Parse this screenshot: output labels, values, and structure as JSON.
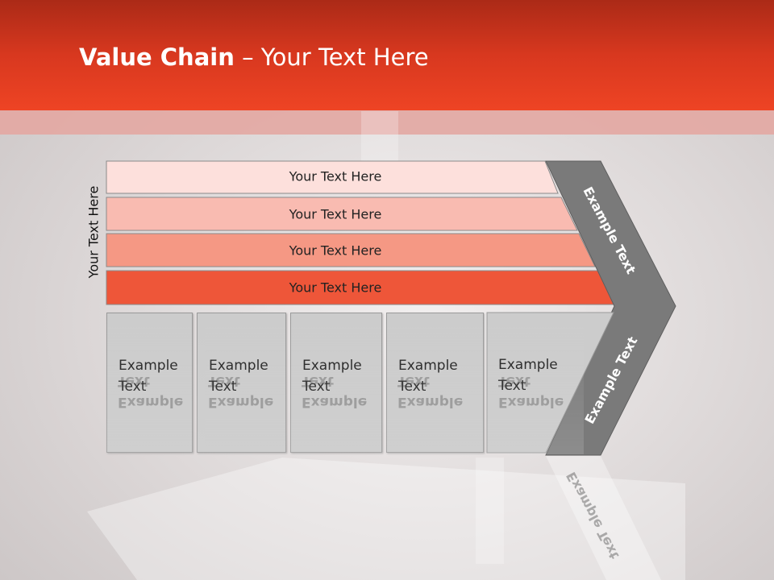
{
  "slide": {
    "title_bold": "Value Chain",
    "title_rest": " – Your Text Here",
    "side_label": "Your Text Here",
    "support_bars": [
      {
        "label": "Your Text Here",
        "color": "#fde0dc"
      },
      {
        "label": "Your Text Here",
        "color": "#f9bbb1"
      },
      {
        "label": "Your Text Here",
        "color": "#f59884"
      },
      {
        "label": "Your Text Here",
        "color": "#ee5639"
      }
    ],
    "primary_boxes": [
      {
        "label": "Example Text"
      },
      {
        "label": "Example Text"
      },
      {
        "label": "Example Text"
      },
      {
        "label": "Example Text"
      },
      {
        "label": "Example Text"
      }
    ],
    "chevron_top_label": "Example Text",
    "chevron_bottom_label": "Example Text",
    "colors": {
      "header": "#e8401f",
      "chevron": "#7a7a7a",
      "box": "#cccccc"
    }
  }
}
